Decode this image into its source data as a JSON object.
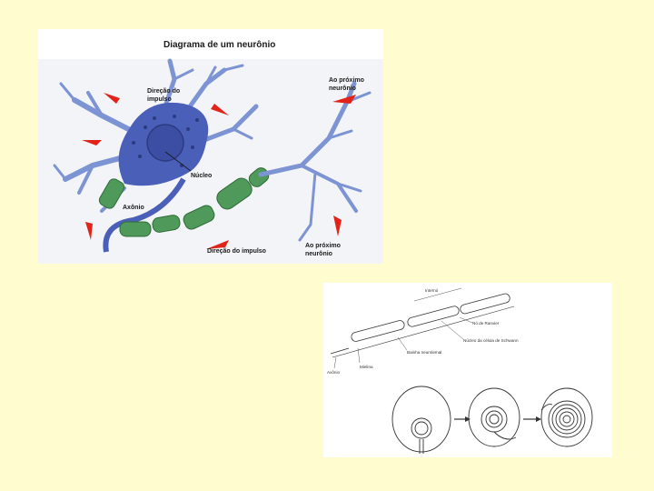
{
  "neuron_diagram": {
    "title": "Diagrama de um neurônio",
    "labels": {
      "impulse_direction_top_line1": "Direção do",
      "impulse_direction_top_line2": "impulso",
      "next_neuron_top_line1": "Ao próximo",
      "next_neuron_top_line2": "neurônio",
      "nucleus": "Núcleo",
      "axon": "Axônio",
      "impulse_direction_bottom": "Direção do impulso",
      "next_neuron_bottom_line1": "Ao próximo",
      "next_neuron_bottom_line2": "neurônio"
    },
    "colors": {
      "cell_body": "#4a5fb8",
      "dendrites": "#7d94d4",
      "myelin": "#4f9a5a",
      "arrows": "#e2231a"
    }
  },
  "myelin_diagram": {
    "labels": {
      "internode": "Internó",
      "node_of_ranvier": "Nó de Ranvier",
      "schwann_nucleus": "Núcleo da célula de Schwann",
      "myelin_sheath": "Bainha neurolemal",
      "myelin": "Mielina",
      "axon": "Axônio"
    }
  }
}
